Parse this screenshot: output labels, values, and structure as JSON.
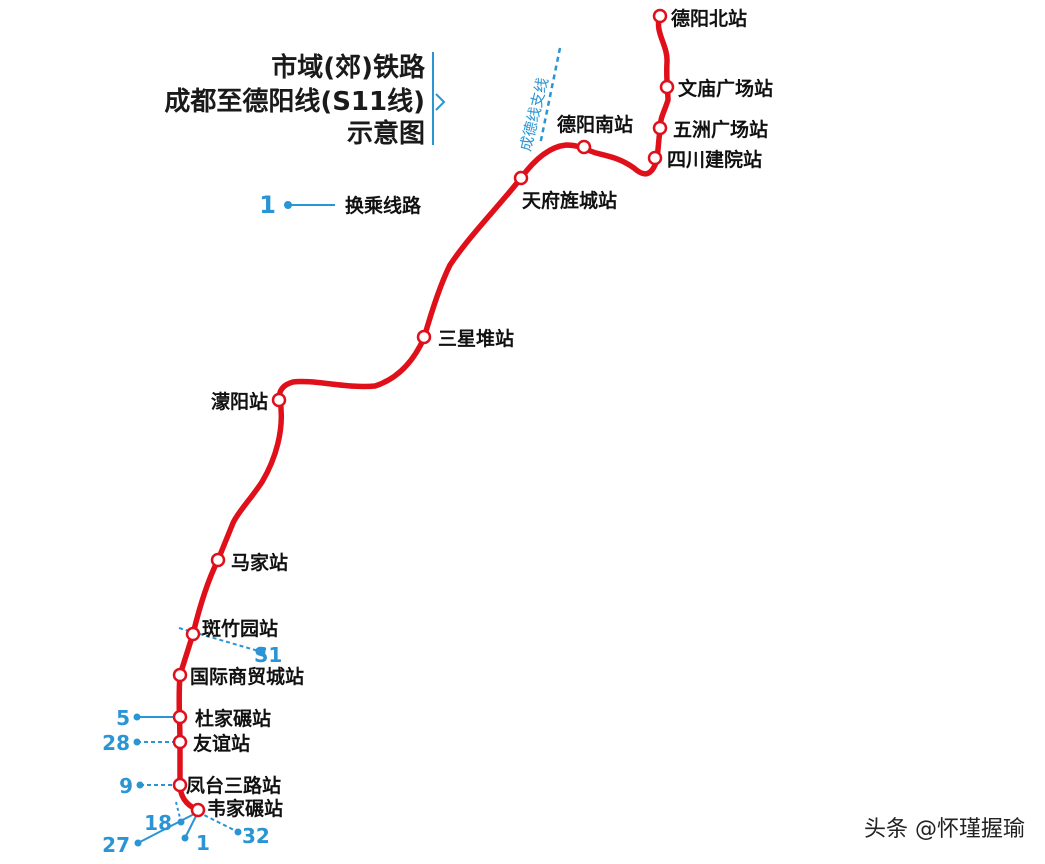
{
  "title": {
    "line1": "市域(郊)铁路",
    "line2": "成都至德阳线(S11线)",
    "line3": "示意图"
  },
  "legend": {
    "number": "1",
    "label": "换乘线路"
  },
  "branch_label": "成德线支线",
  "stations": [
    "德阳北站",
    "文庙广场站",
    "五洲广场站",
    "四川建院站",
    "德阳南站",
    "天府旌城站",
    "三星堆站",
    "濛阳站",
    "马家站",
    "斑竹园站",
    "国际商贸城站",
    "杜家碾站",
    "友谊站",
    "凤台三路站",
    "韦家碾站"
  ],
  "transfers": [
    "S1",
    "5",
    "28",
    "9",
    "18",
    "1",
    "32",
    "27"
  ],
  "watermark": "头条 @怀瑾握瑜",
  "colors": {
    "line": "#e0101b",
    "transfer": "#2a95d4",
    "text": "#111111"
  }
}
